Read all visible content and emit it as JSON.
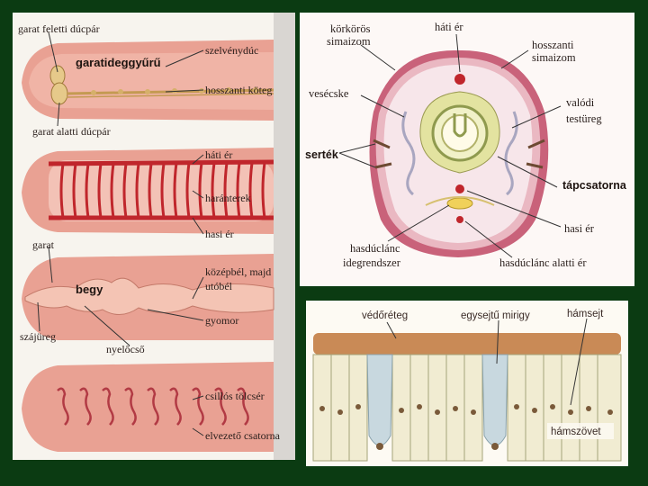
{
  "left_panel": {
    "labels": {
      "garat_feletti": "garat feletti dúcpár",
      "garatideggyuru": "garatideggyűrű",
      "szelvenyduc": "szelvénydúc",
      "hosszanti_koteg": "hosszanti köteg",
      "garat_alatti": "garat alatti dúcpár",
      "hati_er": "háti ér",
      "haranterek": "haránterek",
      "hasi_er": "hasi ér",
      "garat": "garat",
      "kozepbel": "középbél, majd",
      "utobel": "utóbél",
      "begy": "begy",
      "gyomor": "gyomor",
      "szajureg": "szájüreg",
      "nyelocso": "nyelőcső",
      "csillos": "csillós tölcsér",
      "elvezeto": "elvezető csatorna"
    }
  },
  "top_right_panel": {
    "labels": {
      "korkoros1": "körkörös",
      "korkoros2": "simaizom",
      "hati_er": "háti ér",
      "hosszanti1": "hosszanti",
      "hosszanti2": "simaizom",
      "vesecske": "vesécske",
      "valodi1": "valódi",
      "valodi2": "testüreg",
      "sertek": "serték",
      "tapcsatorna": "tápcsatorna",
      "hasi_er": "hasi ér",
      "hasduclanc1": "hasdúclánc",
      "hasduclanc2": "idegrendszer",
      "hasduclanc_alatti": "hasdúclánc alatti ér"
    }
  },
  "bottom_right_panel": {
    "labels": {
      "vedoreteg": "védőréteg",
      "egysejtu": "egysejtű mirigy",
      "hamsejt": "hámsejt",
      "hamszovet": "hámszövet"
    }
  }
}
